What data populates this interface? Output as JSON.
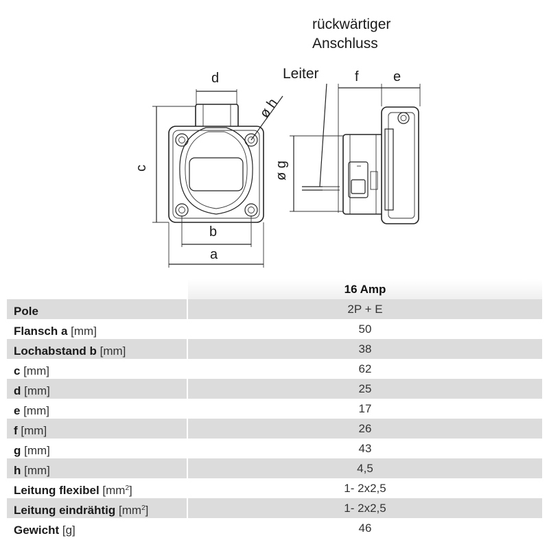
{
  "drawing": {
    "label_rear_line1": "rückwärtiger",
    "label_rear_line2": "Anschluss",
    "label_conductor": "Leiter",
    "dim_d": "d",
    "dim_c": "c",
    "dim_b": "b",
    "dim_a": "a",
    "dim_h": "ø h",
    "dim_g": "ø g",
    "dim_f": "f",
    "dim_e": "e"
  },
  "table": {
    "header": "16 Amp",
    "rows": [
      {
        "name": "Pole",
        "unit": "",
        "sup": "",
        "value": "2P + E"
      },
      {
        "name": "Flansch a",
        "unit": "[mm]",
        "sup": "",
        "value": "50"
      },
      {
        "name": "Lochabstand b",
        "unit": "[mm]",
        "sup": "",
        "value": "38"
      },
      {
        "name": "c",
        "unit": "[mm]",
        "sup": "",
        "value": "62"
      },
      {
        "name": "d",
        "unit": "[mm]",
        "sup": "",
        "value": "25"
      },
      {
        "name": "e",
        "unit": "[mm]",
        "sup": "",
        "value": "17"
      },
      {
        "name": "f",
        "unit": "[mm]",
        "sup": "",
        "value": "26"
      },
      {
        "name": "g",
        "unit": "[mm]",
        "sup": "",
        "value": "43"
      },
      {
        "name": "h",
        "unit": "[mm]",
        "sup": "",
        "value": "4,5"
      },
      {
        "name": "Leitung flexibel",
        "unit": "[mm",
        "sup": "2",
        "value": "1- 2x2,5"
      },
      {
        "name": "Leitung eindrähtig",
        "unit": "[mm",
        "sup": "2",
        "value": "1- 2x2,5"
      },
      {
        "name": "Gewicht",
        "unit": "[g]",
        "sup": "",
        "value": "46"
      }
    ]
  }
}
